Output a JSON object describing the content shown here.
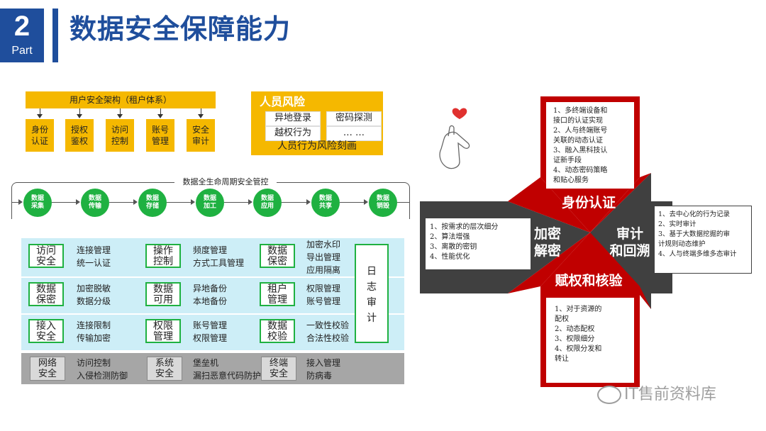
{
  "header": {
    "part_number": "2",
    "part_label": "Part",
    "title": "数据安全保障能力"
  },
  "architecture": {
    "title": "用户安全架构（租户体系）",
    "boxes": [
      "身份\n认证",
      "授权\n鉴权",
      "访问\n控制",
      "账号\n管理",
      "安全\n审计"
    ]
  },
  "risk": {
    "title": "人员风险",
    "items": [
      "异地登录",
      "密码探测",
      "越权行为",
      "… …"
    ],
    "summary": "人员行为风险刻画"
  },
  "lifecycle": {
    "title": "数据全生命周期安全管控",
    "stages": [
      "数据\n采集",
      "数据\n传输",
      "数据\n存储",
      "数据\n加工",
      "数据\n应用",
      "数据\n共享",
      "数据\n销毁"
    ]
  },
  "security_grid": {
    "rows": [
      [
        {
          "label": "访问\n安全",
          "desc": [
            "连接管理",
            "统一认证"
          ]
        },
        {
          "label": "操作\n控制",
          "desc": [
            "频度管理",
            "方式工具管理"
          ]
        },
        {
          "label": "数据\n保密",
          "desc": [
            "加密水印",
            "导出管理",
            "应用隔离"
          ]
        }
      ],
      [
        {
          "label": "数据\n保密",
          "desc": [
            "加密脱敏",
            "数据分级"
          ]
        },
        {
          "label": "数据\n可用",
          "desc": [
            "异地备份",
            "本地备份"
          ]
        },
        {
          "label": "租户\n管理",
          "desc": [
            "权限管理",
            "账号管理"
          ]
        }
      ],
      [
        {
          "label": "接入\n安全",
          "desc": [
            "连接限制",
            "传输加密"
          ]
        },
        {
          "label": "权限\n管理",
          "desc": [
            "账号管理",
            "权限管理"
          ]
        },
        {
          "label": "数据\n校验",
          "desc": [
            "一致性校验",
            "合法性校验"
          ]
        }
      ]
    ],
    "log_audit": [
      "日",
      "志",
      "审",
      "计"
    ],
    "base_row": [
      {
        "label": "网络\n安全",
        "desc": [
          "访问控制",
          "入侵检测防御"
        ]
      },
      {
        "label": "系统\n安全",
        "desc": [
          "堡垒机",
          "漏扫恶意代码防护"
        ]
      },
      {
        "label": "终端\n安全",
        "desc": [
          "接入管理",
          "防病毒"
        ]
      }
    ]
  },
  "cross": {
    "top": {
      "label": "身份认证",
      "items": [
        "1、多终端设备和",
        "接口的认证实现",
        "2、人与终端账号",
        "关联的动态认证",
        "3、融入黑科技认",
        "证新手段",
        "4、动态密码策略",
        "和贴心服务"
      ]
    },
    "left": {
      "label": "加密\n解密",
      "items": [
        "1、按需求的层次细分",
        "2、算法增强",
        "3、离散的密钥",
        "4、性能优化"
      ]
    },
    "right": {
      "label": "审计\n和回溯",
      "items": [
        "1、去中心化的行为记录",
        "2、实时审计",
        "3、基于大数据挖掘的审",
        "计规则动态维护",
        "4、人与终端多维多态审计"
      ]
    },
    "bottom": {
      "label": "赋权和核验",
      "items": [
        "1、对于资源的",
        "配权",
        "2、动态配权",
        "3、权限细分",
        "4、权限分发和",
        "转让"
      ]
    },
    "colors": {
      "red": "#c00000",
      "dark": "#404040",
      "heart": "#e0312f"
    }
  },
  "watermark": {
    "text": "IT售前资料库"
  }
}
